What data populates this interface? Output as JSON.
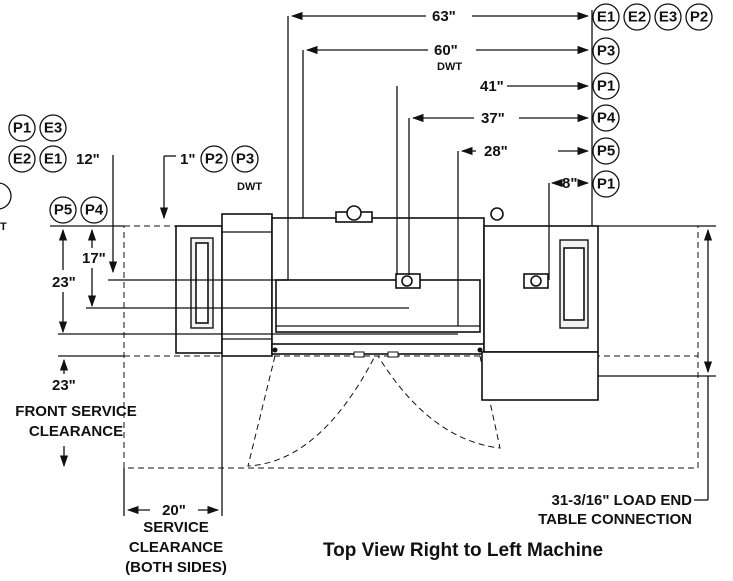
{
  "caption": "Top View Right to Left Machine",
  "dimensions": {
    "d63": "63\"",
    "d60": "60\"",
    "d60_sub": "DWT",
    "d41": "41\"",
    "d37": "37\"",
    "d28": "28\"",
    "d8": "8\"",
    "d12": "12\"",
    "d1": "1\"",
    "d1_sub": "DWT",
    "d17": "17\"",
    "d23_left": "23\"",
    "d23_front": "23\"",
    "d20": "20\"",
    "partial_left": "T"
  },
  "labels": {
    "front_service_1": "FRONT SERVICE",
    "front_service_2": "CLEARANCE",
    "service_1": "SERVICE",
    "service_2": "CLEARANCE",
    "service_3": "(BOTH SIDES)",
    "load_end_1": "31-3/16\" LOAD END",
    "load_end_2": "TABLE CONNECTION"
  },
  "bubbles": {
    "row63": [
      "E1",
      "E2",
      "E3",
      "P2"
    ],
    "row60": "P3",
    "row41": "P1",
    "row37": "P4",
    "row28": "P5",
    "row8": "P1",
    "left_top": [
      "P1",
      "E3"
    ],
    "left_mid": [
      "E2",
      "E1"
    ],
    "left_low": [
      "P5",
      "P4"
    ],
    "mid_dwt": [
      "P2",
      "P3"
    ]
  }
}
